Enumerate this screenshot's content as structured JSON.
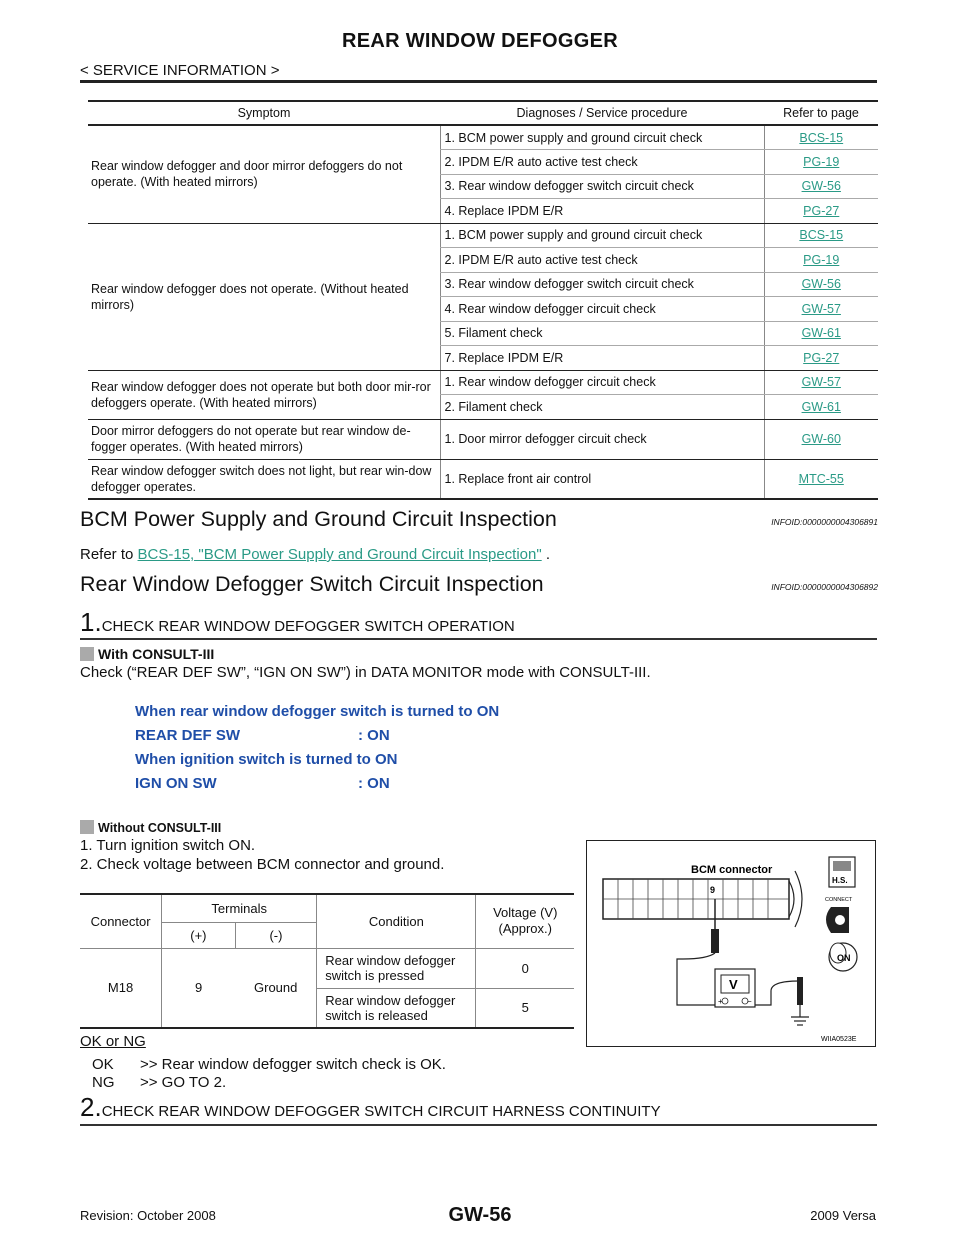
{
  "header": {
    "title": "REAR WINDOW DEFOGGER",
    "section": "< SERVICE INFORMATION >"
  },
  "symptom_table": {
    "headers": [
      "Symptom",
      "Diagnoses / Service procedure",
      "Refer to page"
    ],
    "groups": [
      {
        "symptom": "Rear window defogger and door mirror defoggers do not operate.  (With heated mirrors)",
        "rows": [
          {
            "diag": "1.      BCM power supply and ground circuit check",
            "ref": "BCS-15"
          },
          {
            "diag": "2. IPDM E/R auto active test check",
            "ref": "PG-19"
          },
          {
            "diag": "3. Rear window defogger switch circuit check",
            "ref": "GW-56"
          },
          {
            "diag": "4. Replace IPDM E/R",
            "ref": "PG-27"
          }
        ]
      },
      {
        "symptom": "Rear window defogger does not operate. (Without heated mirrors)",
        "rows": [
          {
            "diag": "1.      BCM power supply and ground circuit check",
            "ref": "BCS-15"
          },
          {
            "diag": "2. IPDM E/R auto active test check",
            "ref": "PG-19"
          },
          {
            "diag": "3. Rear window defogger switch circuit check",
            "ref": "GW-56"
          },
          {
            "diag": "4. Rear window defogger circuit check",
            "ref": "GW-57"
          },
          {
            "diag": "5. Filament check",
            "ref": "GW-61"
          },
          {
            "diag": "7. Replace IPDM E/R",
            "ref": "PG-27"
          }
        ]
      },
      {
        "symptom": "Rear window defogger does not operate but both door mir-ror defoggers operate. (With heated mirrors)",
        "rows": [
          {
            "diag": "1. Rear window defogger circuit check",
            "ref": "GW-57"
          },
          {
            "diag": "2. Filament check",
            "ref": "GW-61"
          }
        ]
      },
      {
        "symptom": "Door mirror defoggers do not operate but rear window de-fogger operates. (With heated mirrors)",
        "rows": [
          {
            "diag": "1. Door mirror defogger circuit check",
            "ref": "GW-60"
          }
        ]
      },
      {
        "symptom": "Rear window defogger switch does not light, but rear win-dow defogger operates.",
        "rows": [
          {
            "diag": "1. Replace front air control",
            "ref": "MTC-55"
          }
        ]
      }
    ]
  },
  "bcm_section": {
    "heading": "BCM Power Supply and Ground Circuit Inspection",
    "infoid": "INFOID:0000000004306891",
    "refer_prefix": "Refer to ",
    "refer_link": "BCS-15, \"BCM Power Supply and Ground Circuit Inspection\"",
    "refer_suffix": " ."
  },
  "switch_section": {
    "heading": "Rear Window Defogger Switch Circuit Inspection",
    "infoid": "INFOID:0000000004306892"
  },
  "step1": {
    "num": "1.",
    "text": "CHECK REAR WINDOW DEFOGGER SWITCH OPERATION",
    "with_consult": "With CONSULT-III",
    "check_text": "Check (“REAR DEF SW”, “IGN ON SW”) in DATA MONITOR mode with CONSULT-III.",
    "spec1_cond": "When rear window defogger switch is turned to ON",
    "spec1_item": "REAR DEF SW",
    "spec1_val": ": ON",
    "spec2_cond": "When ignition switch is turned to ON",
    "spec2_item": "IGN ON SW",
    "spec2_val": ": ON",
    "without_consult": "Without CONSULT-III",
    "instr1": "1.    Turn ignition switch ON.",
    "instr2": "2.    Check voltage between BCM connector and ground.",
    "ok_ng": "OK or NG",
    "ok_label": "OK",
    "ok_text": ">> Rear window defogger switch check is OK.",
    "ng_label": "NG",
    "ng_text": ">> GO TO 2."
  },
  "voltage_table": {
    "connector_hdr": "Connector",
    "terminals_hdr": "Terminals",
    "plus_hdr": "(+)",
    "minus_hdr": "(-)",
    "condition_hdr": "Condition",
    "voltage_hdr": "Voltage (V)",
    "approx_hdr": "(Approx.)",
    "connector": "M18",
    "plus": "9",
    "minus": "Ground",
    "cond1": "Rear window defogger switch is pressed",
    "volt1": "0",
    "cond2": "Rear window defogger switch is released",
    "volt2": "5"
  },
  "diagram": {
    "label": "BCM connector",
    "pin": "9",
    "meter": "V",
    "plus": "+",
    "minus": "−",
    "hs": "H.S.",
    "connect": "CONNECT",
    "on": "ON",
    "code": "WIIA0523E"
  },
  "step2": {
    "num": "2.",
    "text": "CHECK REAR WINDOW DEFOGGER SWITCH CIRCUIT HARNESS CONTINUITY"
  },
  "footer": {
    "revision": "Revision: October 2008",
    "page": "GW-56",
    "model": "2009 Versa"
  }
}
